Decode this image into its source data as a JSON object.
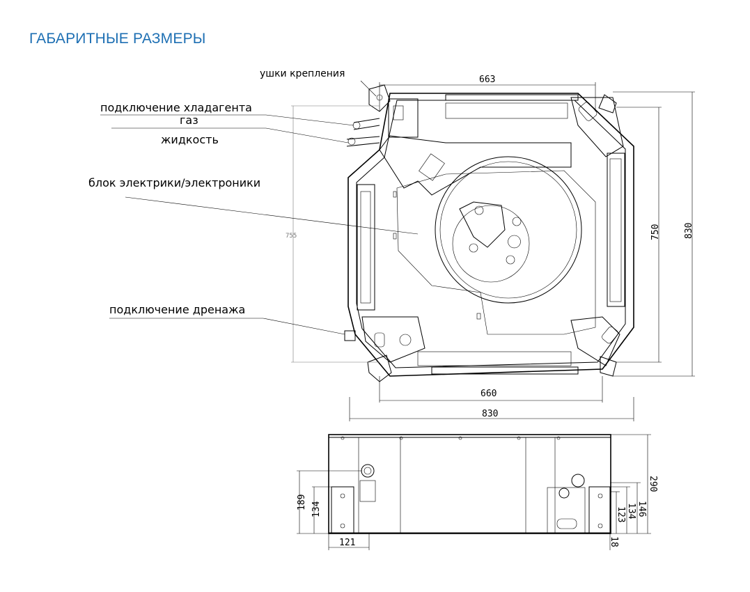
{
  "title": "ГАБАРИТНЫЕ РАЗМЕРЫ",
  "callouts": {
    "mounting_ears": "ушки крепления",
    "refrigerant_connection": "подключение хладагента",
    "gas": "газ",
    "liquid": "жидкость",
    "electronics_box": "блок электрики/электроники",
    "drain_connection": "подключение дренажа"
  },
  "dimensions": {
    "top_width": "663",
    "body_height": "750",
    "overall_height": "830",
    "left_gray": "755",
    "bottom_inner_width": "660",
    "overall_width": "830",
    "side_height": "290",
    "drain_height": "189",
    "left_bracket_height": "134",
    "left_bracket_width": "121",
    "right_146": "146",
    "right_134": "134",
    "right_123": "123",
    "right_18": "18"
  }
}
